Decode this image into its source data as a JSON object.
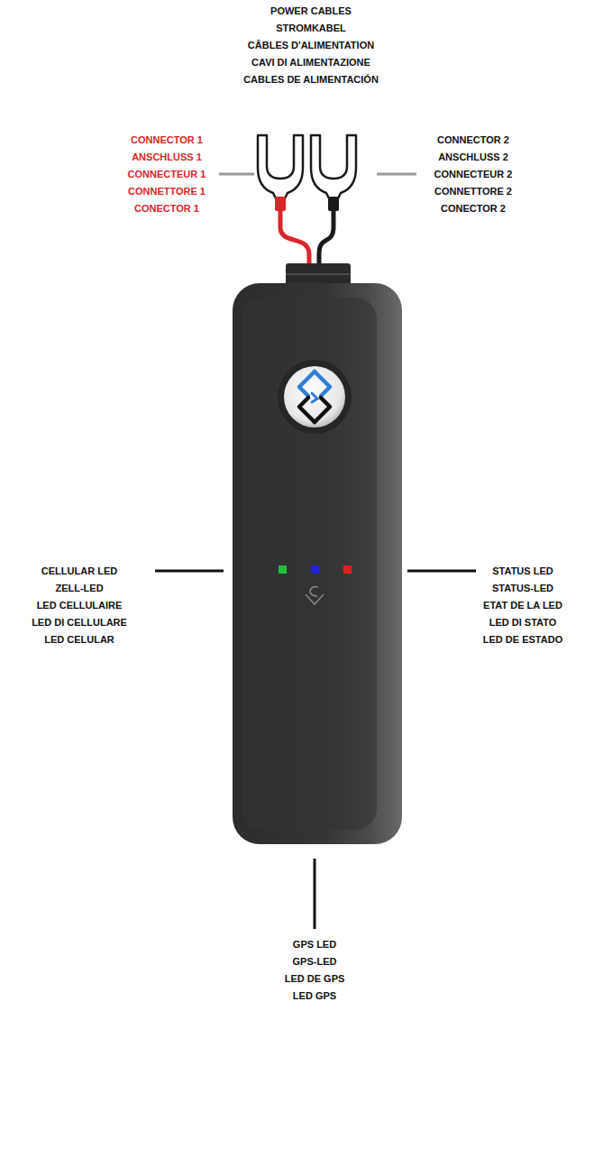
{
  "diagram": {
    "labels": [
      "POWER CABLES",
      "STROMKABEL",
      "CÂBLES D'ALIMENTATION",
      "CAVI DI ALIMENTAZIONE",
      "CABLES DE ALIMENTACIÓN",
      "CONNECTOR 1",
      "ANSCHLUSS 1",
      "CONNECTEUR 1",
      "CONNETTORE 1",
      "CONECTOR 1",
      "CONNECTOR 2",
      "ANSCHLUSS 2",
      "CONNECTEUR 2",
      "CONNETTORE 2",
      "CONECTOR 2",
      "CELLULAR LED",
      "ZELL-LED",
      "LED CELLULAIRE",
      "LED DI CELLULARE",
      "LED CELULAR",
      "STATUS LED",
      "STATUS-LED",
      "ETAT DE LA LED",
      "LED DI STATO",
      "LED DE ESTADO",
      "GPS LED",
      "GPS-LED",
      "LED DE GPS",
      "LED GPS"
    ]
  }
}
